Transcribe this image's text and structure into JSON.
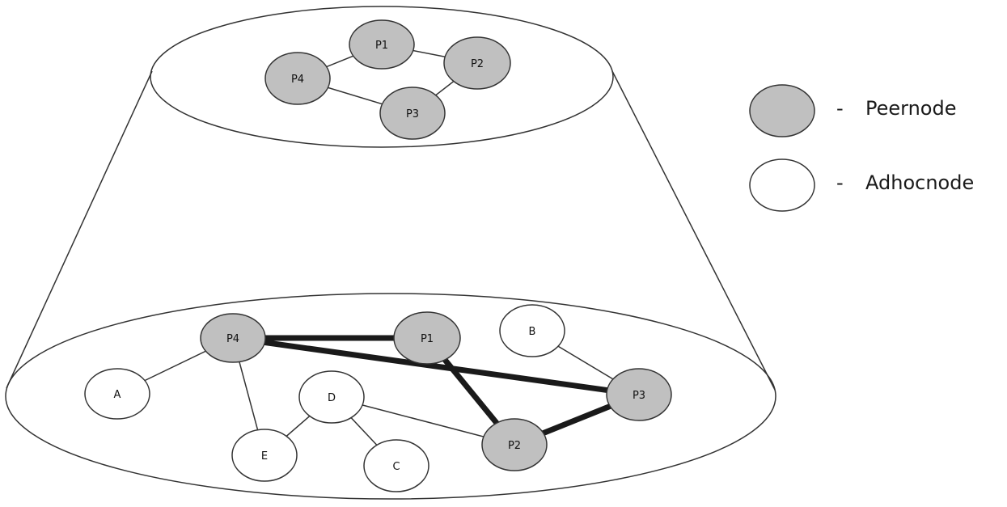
{
  "colors": {
    "peer_fill": "#c0c0c0",
    "adhoc_fill": "#ffffff",
    "stroke": "#333333",
    "thick_edge": "#1a1a1a"
  },
  "overlay": {
    "nodes": [
      {
        "id": "o-p1",
        "label": "P1",
        "type": "peer"
      },
      {
        "id": "o-p2",
        "label": "P2",
        "type": "peer"
      },
      {
        "id": "o-p3",
        "label": "P3",
        "type": "peer"
      },
      {
        "id": "o-p4",
        "label": "P4",
        "type": "peer"
      }
    ],
    "edges": [
      {
        "from": "o-p4",
        "to": "o-p1"
      },
      {
        "from": "o-p1",
        "to": "o-p2"
      },
      {
        "from": "o-p2",
        "to": "o-p3"
      },
      {
        "from": "o-p3",
        "to": "o-p4"
      }
    ]
  },
  "underlay": {
    "nodes": [
      {
        "id": "u-p4",
        "label": "P4",
        "type": "peer"
      },
      {
        "id": "u-p1",
        "label": "P1",
        "type": "peer"
      },
      {
        "id": "u-b",
        "label": "B",
        "type": "adhoc"
      },
      {
        "id": "u-a",
        "label": "A",
        "type": "adhoc"
      },
      {
        "id": "u-d",
        "label": "D",
        "type": "adhoc"
      },
      {
        "id": "u-p3",
        "label": "P3",
        "type": "peer"
      },
      {
        "id": "u-e",
        "label": "E",
        "type": "adhoc"
      },
      {
        "id": "u-c",
        "label": "C",
        "type": "adhoc"
      },
      {
        "id": "u-p2",
        "label": "P2",
        "type": "peer"
      }
    ],
    "edges": [
      {
        "from": "u-p4",
        "to": "u-p1",
        "thick": true
      },
      {
        "from": "u-p4",
        "to": "u-p3",
        "thick": true
      },
      {
        "from": "u-p1",
        "to": "u-p2",
        "thick": true
      },
      {
        "from": "u-p2",
        "to": "u-p3",
        "thick": true
      },
      {
        "from": "u-a",
        "to": "u-p4",
        "thick": false
      },
      {
        "from": "u-p4",
        "to": "u-e",
        "thick": false
      },
      {
        "from": "u-e",
        "to": "u-d",
        "thick": false
      },
      {
        "from": "u-d",
        "to": "u-c",
        "thick": false
      },
      {
        "from": "u-d",
        "to": "u-p2",
        "thick": false
      },
      {
        "from": "u-b",
        "to": "u-p3",
        "thick": false
      }
    ]
  },
  "legend": {
    "items": [
      {
        "type": "peer",
        "dash": "-",
        "label": "Peernode"
      },
      {
        "type": "adhoc",
        "dash": "-",
        "label": "Adhocnode"
      }
    ]
  }
}
